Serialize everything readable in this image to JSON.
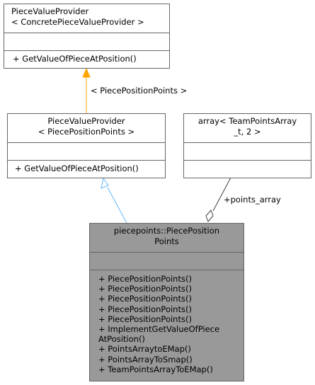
{
  "nodes": {
    "base_template": {
      "name_line1": "PieceValueProvider",
      "name_line2": "< ConcretePieceValueProvider >",
      "operations": [
        "+ GetValueOfPieceAtPosition()"
      ]
    },
    "base_instance": {
      "name_line1": "PieceValueProvider",
      "name_line2": "< PiecePositionPoints >",
      "operations": [
        "+ GetValueOfPieceAtPosition()"
      ]
    },
    "array": {
      "name_line1": "array< TeamPointsArray",
      "name_line2": "_t, 2 >"
    },
    "main": {
      "name_line1": "piecepoints::PiecePosition",
      "name_line2": "Points",
      "operations": [
        "+ PiecePositionPoints()",
        "+ PiecePositionPoints()",
        "+ PiecePositionPoints()",
        "+ PiecePositionPoints()",
        "+ PiecePositionPoints()",
        "+ ImplementGetValueOfPiece",
        "AtPosition()",
        "+ PointsArraytoEMap()",
        "+ PointsArrayToSmap()",
        "+ TeamPointsArrayToEMap()"
      ]
    }
  },
  "edges": {
    "template_label": "< PiecePositionPoints >",
    "member_label": "+points_array"
  },
  "colors": {
    "template_edge": "#ffa500",
    "inheritance_edge": "#63b8ff",
    "composition_edge": "#404040",
    "highlight_fill": "#999999",
    "border": "#666666"
  }
}
